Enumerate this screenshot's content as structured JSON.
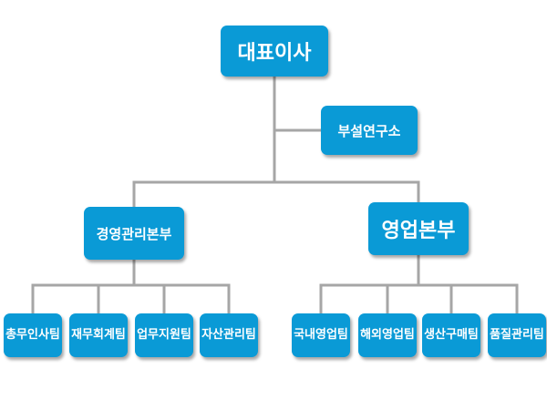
{
  "org_chart": {
    "ceo": "대표이사",
    "research_lab": "부설연구소",
    "management_division": {
      "label": "경영관리본부",
      "teams": [
        {
          "line1": "총무",
          "line2": "인사팀"
        },
        {
          "line1": "재무",
          "line2": "회계팀"
        },
        {
          "line1": "업무",
          "line2": "지원팀"
        },
        {
          "line1": "자산",
          "line2": "관리팀"
        }
      ]
    },
    "sales_division": {
      "label": "영업본부",
      "teams": [
        {
          "line1": "국내",
          "line2": "영업팀"
        },
        {
          "line1": "해외",
          "line2": "영업팀"
        },
        {
          "line1": "생산",
          "line2": "구매팀"
        },
        {
          "line1": "품질",
          "line2": "관리팀"
        }
      ]
    }
  },
  "colors": {
    "node_fill": "#0a9ad6",
    "node_text": "#ffffff",
    "connector": "#a6a6a6"
  }
}
